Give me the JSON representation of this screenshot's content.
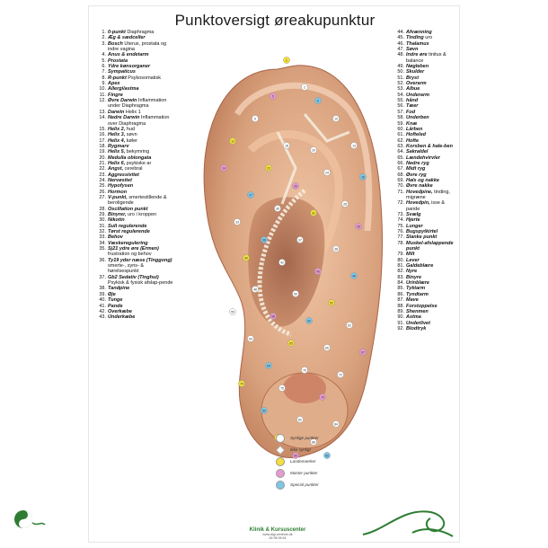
{
  "title": "Punktoversigt øreakupunktur",
  "left_items": [
    {
      "n": "1.",
      "name": "0-punkt",
      "desc": "Diaphragma"
    },
    {
      "n": "2.",
      "name": "Æg & sædceller",
      "desc": ""
    },
    {
      "n": "3.",
      "name": "Bosch",
      "desc": "Uterus, prostata og indre vagina"
    },
    {
      "n": "4.",
      "name": "Anus & endetarm",
      "desc": ""
    },
    {
      "n": "5.",
      "name": "Prostata",
      "desc": ""
    },
    {
      "n": "6.",
      "name": "Ydre kønsorganer",
      "desc": ""
    },
    {
      "n": "7.",
      "name": "Sympaticus",
      "desc": ""
    },
    {
      "n": "8.",
      "name": "R-punkt",
      "desc": "Psykosomatisk"
    },
    {
      "n": "9.",
      "name": "Apex",
      "desc": ""
    },
    {
      "n": "10.",
      "name": "Allergi/astma",
      "desc": ""
    },
    {
      "n": "11.",
      "name": "Fingre",
      "desc": ""
    },
    {
      "n": "12.",
      "name": "Øvre Darwin",
      "desc": "Inflammation under Diaphragma"
    },
    {
      "n": "13.",
      "name": "Darwin",
      "desc": "Helix 1"
    },
    {
      "n": "14.",
      "name": "Nedre Darwin",
      "desc": "Inflammation over Diaphragma"
    },
    {
      "n": "15.",
      "name": "Helix 2,",
      "desc": "hud"
    },
    {
      "n": "16.",
      "name": "Helix 3,",
      "desc": "søvn"
    },
    {
      "n": "17.",
      "name": "Helix 4,",
      "desc": "køler"
    },
    {
      "n": "18.",
      "name": "Rygmarv",
      "desc": ""
    },
    {
      "n": "19.",
      "name": "Helix 5,",
      "desc": "bekymring"
    },
    {
      "n": "20.",
      "name": "Medulla oblongata",
      "desc": ""
    },
    {
      "n": "21.",
      "name": "Helix 6,",
      "desc": "psykiske ar"
    },
    {
      "n": "22.",
      "name": "Angst,",
      "desc": "cerebral"
    },
    {
      "n": "23.",
      "name": "Aggressivitet",
      "desc": ""
    },
    {
      "n": "24.",
      "name": "Nervøsitet",
      "desc": ""
    },
    {
      "n": "25.",
      "name": "Hypofysen",
      "desc": ""
    },
    {
      "n": "26.",
      "name": "Hormon",
      "desc": ""
    },
    {
      "n": "27.",
      "name": "V-punkt,",
      "desc": "smertestillende & beroligende"
    },
    {
      "n": "28.",
      "name": "Oscillation punkt",
      "desc": ""
    },
    {
      "n": "29.",
      "name": "Binyrer,",
      "desc": "uro i kroppen"
    },
    {
      "n": "30.",
      "name": "Nikotin",
      "desc": ""
    },
    {
      "n": "31.",
      "name": "Sult regulerende",
      "desc": ""
    },
    {
      "n": "32.",
      "name": "Tørst regulerende",
      "desc": ""
    },
    {
      "n": "33.",
      "name": "Behov",
      "desc": ""
    },
    {
      "n": "34.",
      "name": "Væskeregulering",
      "desc": ""
    },
    {
      "n": "35.",
      "name": "Sj21 ydre øre (Ermen)",
      "desc": "frustration og behov"
    },
    {
      "n": "36.",
      "name": "Ty19 yder næse (Tinggong)",
      "desc": "smerte-, syns- & hørelsespunkt"
    },
    {
      "n": "37.",
      "name": "Gb2 Sedativ (Tinghui)",
      "desc": "Psykisk & fysisk afslap-pende"
    },
    {
      "n": "38.",
      "name": "Tandpine",
      "desc": ""
    },
    {
      "n": "39.",
      "name": "Øje",
      "desc": ""
    },
    {
      "n": "40.",
      "name": "Tunge",
      "desc": ""
    },
    {
      "n": "41.",
      "name": "Pande",
      "desc": ""
    },
    {
      "n": "42.",
      "name": "Overkæbe",
      "desc": ""
    },
    {
      "n": "43.",
      "name": "Underkæbe",
      "desc": ""
    }
  ],
  "right_items": [
    {
      "n": "44.",
      "name": "Afvænning",
      "desc": ""
    },
    {
      "n": "45.",
      "name": "Tinding",
      "desc": "uro"
    },
    {
      "n": "46.",
      "name": "Thalamus",
      "desc": ""
    },
    {
      "n": "47.",
      "name": "Søvn",
      "desc": ""
    },
    {
      "n": "48.",
      "name": "Indre øre",
      "desc": "tinitus & balance"
    },
    {
      "n": "49.",
      "name": "Nøgleben",
      "desc": ""
    },
    {
      "n": "50.",
      "name": "Skulder",
      "desc": ""
    },
    {
      "n": "51.",
      "name": "Bryst",
      "desc": ""
    },
    {
      "n": "52.",
      "name": "Overarm",
      "desc": ""
    },
    {
      "n": "53.",
      "name": "Albue",
      "desc": ""
    },
    {
      "n": "54.",
      "name": "Underarm",
      "desc": ""
    },
    {
      "n": "55.",
      "name": "hånd",
      "desc": ""
    },
    {
      "n": "56.",
      "name": "Tæer",
      "desc": ""
    },
    {
      "n": "57.",
      "name": "Fod",
      "desc": ""
    },
    {
      "n": "58.",
      "name": "Underben",
      "desc": ""
    },
    {
      "n": "59.",
      "name": "Knæ",
      "desc": ""
    },
    {
      "n": "60.",
      "name": "Lårben",
      "desc": ""
    },
    {
      "n": "61.",
      "name": "Hofteled",
      "desc": ""
    },
    {
      "n": "62.",
      "name": "Hofte",
      "desc": ""
    },
    {
      "n": "63.",
      "name": "Korsben & hale-ben",
      "desc": ""
    },
    {
      "n": "64.",
      "name": "Sakraldel",
      "desc": ""
    },
    {
      "n": "65.",
      "name": "Lændehvirvler",
      "desc": ""
    },
    {
      "n": "66.",
      "name": "Nedre ryg",
      "desc": ""
    },
    {
      "n": "67.",
      "name": "Midt ryg",
      "desc": ""
    },
    {
      "n": "68.",
      "name": "Øvre ryg",
      "desc": ""
    },
    {
      "n": "69.",
      "name": "Hals og nakke",
      "desc": ""
    },
    {
      "n": "70.",
      "name": "Øvre nakke",
      "desc": ""
    },
    {
      "n": "71.",
      "name": "Hovedpine,",
      "desc": "tinding, migræne"
    },
    {
      "n": "72.",
      "name": "Hovedpin,",
      "desc": "isse & pande"
    },
    {
      "n": "73.",
      "name": "Svælg",
      "desc": ""
    },
    {
      "n": "74.",
      "name": "Hjerte",
      "desc": ""
    },
    {
      "n": "75.",
      "name": "Lunger",
      "desc": ""
    },
    {
      "n": "76.",
      "name": "Bugspytkirtel",
      "desc": ""
    },
    {
      "n": "77.",
      "name": "Slanke punkt",
      "desc": ""
    },
    {
      "n": "78.",
      "name": "Muskel-afslappende punkt",
      "desc": ""
    },
    {
      "n": "79.",
      "name": "Milt",
      "desc": ""
    },
    {
      "n": "80.",
      "name": "Lever",
      "desc": ""
    },
    {
      "n": "81.",
      "name": "Galdeblære",
      "desc": ""
    },
    {
      "n": "82.",
      "name": "Nyre",
      "desc": ""
    },
    {
      "n": "83.",
      "name": "Binyre",
      "desc": ""
    },
    {
      "n": "84.",
      "name": "Urinblære",
      "desc": ""
    },
    {
      "n": "85.",
      "name": "Tyktarm",
      "desc": ""
    },
    {
      "n": "86.",
      "name": "Tyndtarm",
      "desc": ""
    },
    {
      "n": "87.",
      "name": "Mave",
      "desc": ""
    },
    {
      "n": "88.",
      "name": "Forstoppelse",
      "desc": ""
    },
    {
      "n": "89.",
      "name": "Shenmen",
      "desc": ""
    },
    {
      "n": "90.",
      "name": "Astma",
      "desc": ""
    },
    {
      "n": "91.",
      "name": "Underlivet",
      "desc": ""
    },
    {
      "n": "92.",
      "name": "Blodtryk",
      "desc": ""
    }
  ],
  "legend": [
    {
      "label": "Synlige punkter",
      "color": "#ffffff",
      "shape": "circle"
    },
    {
      "label": "Ikke synligt",
      "color": "#ffffff",
      "shape": "star"
    },
    {
      "label": "Landemærker",
      "color": "#f4e03a",
      "shape": "circle"
    },
    {
      "label": "Master punkter",
      "color": "#e89ad0",
      "shape": "circle"
    },
    {
      "label": "Special punkter",
      "color": "#7fc6e6",
      "shape": "circle"
    }
  ],
  "footer": {
    "name": "Klinik & Kursuscenter",
    "web": "www.digi-centrum.dk",
    "phone": "46 98 06 64"
  },
  "colors": {
    "skin": "#d9a27e",
    "skin_dark": "#b5704d",
    "skin_light": "#f2c8a8",
    "landmark": "#f4e03a",
    "master": "#e89ad0",
    "special": "#7fc6e6",
    "brand": "#2e7d32"
  },
  "point_labels": [
    "1",
    "2",
    "5",
    "6",
    "9",
    "10",
    "12",
    "13",
    "14",
    "16",
    "18",
    "20",
    "22",
    "24",
    "26",
    "27",
    "28",
    "30",
    "31",
    "33",
    "35",
    "36",
    "37",
    "38",
    "40",
    "42",
    "45",
    "46",
    "48",
    "50",
    "52",
    "55",
    "58",
    "60",
    "62",
    "64",
    "65",
    "66",
    "67",
    "69",
    "70",
    "72",
    "74",
    "75",
    "76",
    "80",
    "82",
    "84",
    "86",
    "88",
    "90",
    "92"
  ]
}
